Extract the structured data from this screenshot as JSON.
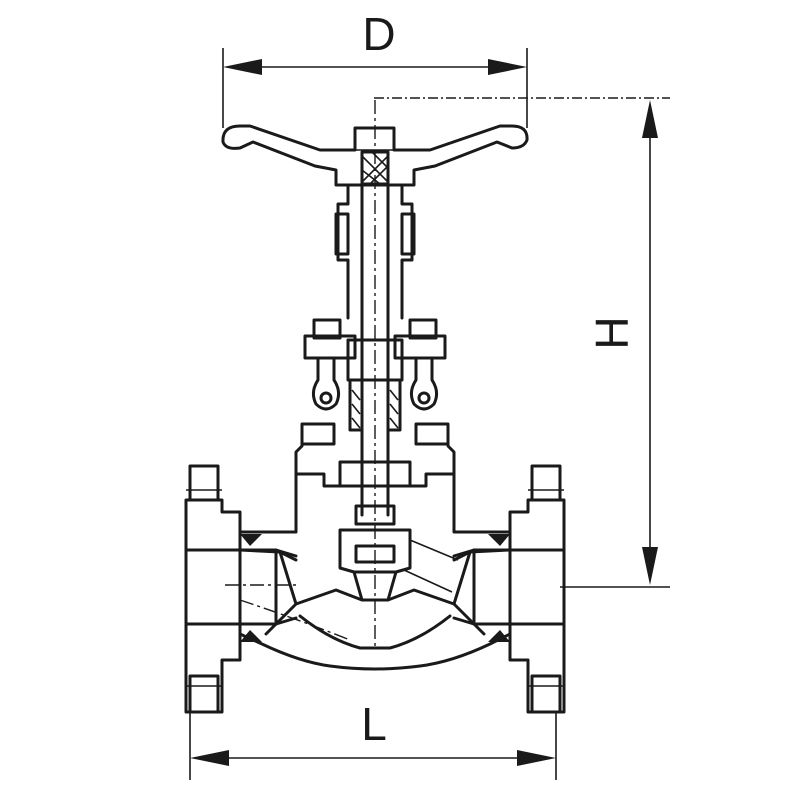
{
  "diagram": {
    "labels": {
      "d": "D",
      "h": "H",
      "l": "L"
    },
    "line_color": "#1a1a1a",
    "background": "#ffffff"
  }
}
